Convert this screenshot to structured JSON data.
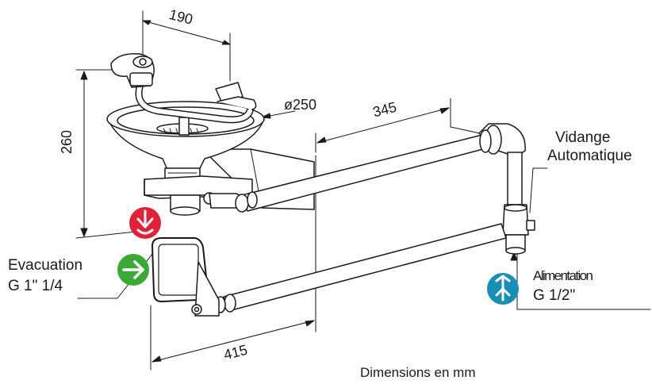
{
  "dimensions": {
    "width_top": "190",
    "height": "260",
    "bowl_diameter": "ø250",
    "arm_length": "345",
    "base_length": "415"
  },
  "labels": {
    "drain_title_line1": "Vidange",
    "drain_title_line2": "Automatique",
    "evacuation_line1": "Evacuation",
    "evacuation_line2": "G 1\" 1/4",
    "supply_line1": "Alimentation",
    "supply_line2": "G 1/2\"",
    "units_note": "Dimensions en mm"
  },
  "icons": {
    "evacuation_out": "arrow-down-drain-icon",
    "evacuation_in": "arrow-right-icon",
    "supply": "arrow-up-supply-icon"
  },
  "colors": {
    "red_badge": "#e0213a",
    "green_badge": "#3aa935",
    "blue_badge": "#1a8fb5",
    "line": "#1a1a1a"
  }
}
